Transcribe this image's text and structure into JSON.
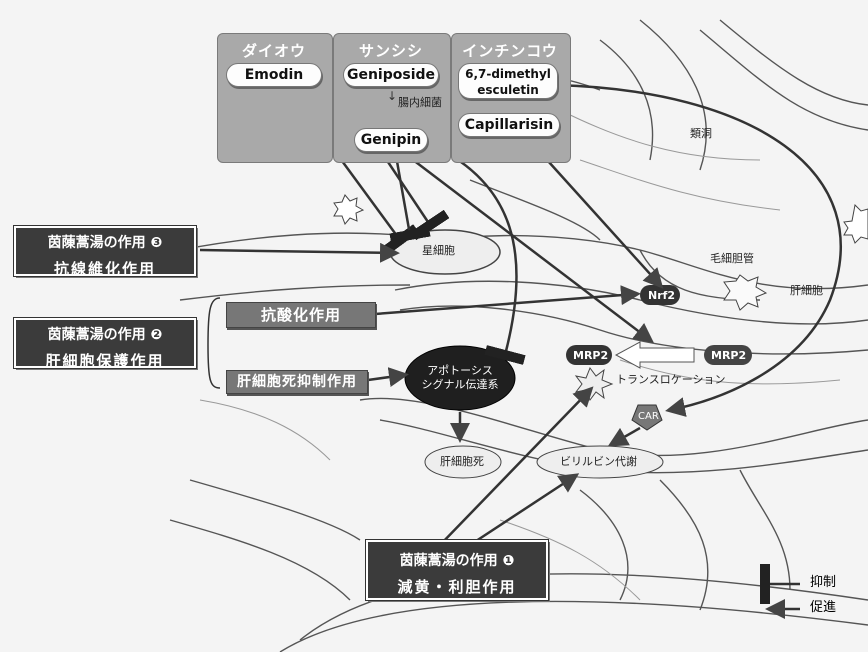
{
  "herbs": [
    {
      "name": "ダイオウ"
    },
    {
      "name": "サンシシ"
    },
    {
      "name": "インチンコウ"
    }
  ],
  "compounds": {
    "emodin": "Emodin",
    "geniposide": "Geniposide",
    "genipin": "Genipin",
    "dimethyl_line1": "6,7-dimethyl",
    "dimethyl_line2": "esculetin",
    "capillarisin": "Capillarisin",
    "conversion": "腸内細菌"
  },
  "effects": {
    "e3": {
      "line1": "茵蔯蒿湯の作用 ❸",
      "line2": "抗線維化作用"
    },
    "e2": {
      "line1": "茵蔯蒿湯の作用 ❷",
      "line2": "肝細胞保護作用"
    },
    "e1": {
      "line1": "茵蔯蒿湯の作用 ❶",
      "line2": "減黄・利胆作用"
    }
  },
  "actions": {
    "antioxidant": "抗酸化作用",
    "anti_death": "肝細胞死抑制作用"
  },
  "structures": {
    "sinusoid": "類洞",
    "stellate": "星細胞",
    "canaliculus": "毛細胆管",
    "hepatocyte": "肝細胞",
    "nrf2": "Nrf2",
    "mrp2_left": "MRP2",
    "mrp2_right": "MRP2",
    "translocation": "トランスロケーション",
    "car": "CAR",
    "apoptosis_line1": "アポトーシス",
    "apoptosis_line2": "シグナル伝達系",
    "cell_death": "肝細胞死",
    "bilirubin": "ビリルビン代謝"
  },
  "legend": {
    "inhibit": "抑制",
    "promote": "促進"
  }
}
